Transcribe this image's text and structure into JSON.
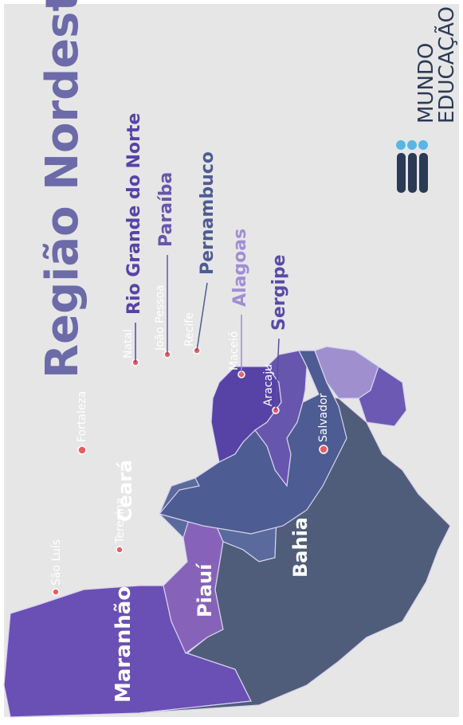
{
  "title": "Região Nordeste",
  "brand": {
    "line1": "MUNDO",
    "line2": "EDUCAÇÃO",
    "icon": "mundo-educacao-logo-icon"
  },
  "colors": {
    "background": "#e6e6e6",
    "title": "#6c6aa8",
    "brand_text": "#2b3a55",
    "logo_dark": "#2b3a55",
    "logo_light": "#58b6e6",
    "city_dot": "#e85c64",
    "connector": "#5a5a8a"
  },
  "states": [
    {
      "id": "maranhao",
      "label": "Maranhão",
      "color": "#6a4fb5"
    },
    {
      "id": "piaui",
      "label": "Piauí",
      "color": "#8663b8"
    },
    {
      "id": "ceara",
      "label": "Ceará",
      "color": "#5a6a9c"
    },
    {
      "id": "bahia",
      "label": "Bahia",
      "color": "#4f5d7a"
    },
    {
      "id": "rio-grande-do-norte",
      "label": "Rio Grande do Norte",
      "color": "#5743a6"
    },
    {
      "id": "paraiba",
      "label": "Paraíba",
      "color": "#6756ad"
    },
    {
      "id": "pernambuco",
      "label": "Pernambuco",
      "color": "#4d5c92"
    },
    {
      "id": "alagoas",
      "label": "Alagoas",
      "color": "#9f8fcf"
    },
    {
      "id": "sergipe",
      "label": "Sergipe",
      "color": "#6b59b3"
    }
  ],
  "callouts": [
    {
      "state": "Rio Grande do Norte",
      "capital": "Natal",
      "color": "#5743a6"
    },
    {
      "state": "Paraíba",
      "capital": "João Pessoa",
      "color": "#6756ad"
    },
    {
      "state": "Pernambuco",
      "capital": "Recife",
      "color": "#4d5c92"
    },
    {
      "state": "Alagoas",
      "capital": "Maceió",
      "color": "#a08ed4"
    },
    {
      "state": "Sergipe",
      "capital": "Aracaju",
      "color": "#5a4aa8"
    }
  ],
  "capitals": [
    {
      "name": "Fortaleza"
    },
    {
      "name": "Teresina"
    },
    {
      "name": "São Luís"
    },
    {
      "name": "Salvador"
    }
  ]
}
